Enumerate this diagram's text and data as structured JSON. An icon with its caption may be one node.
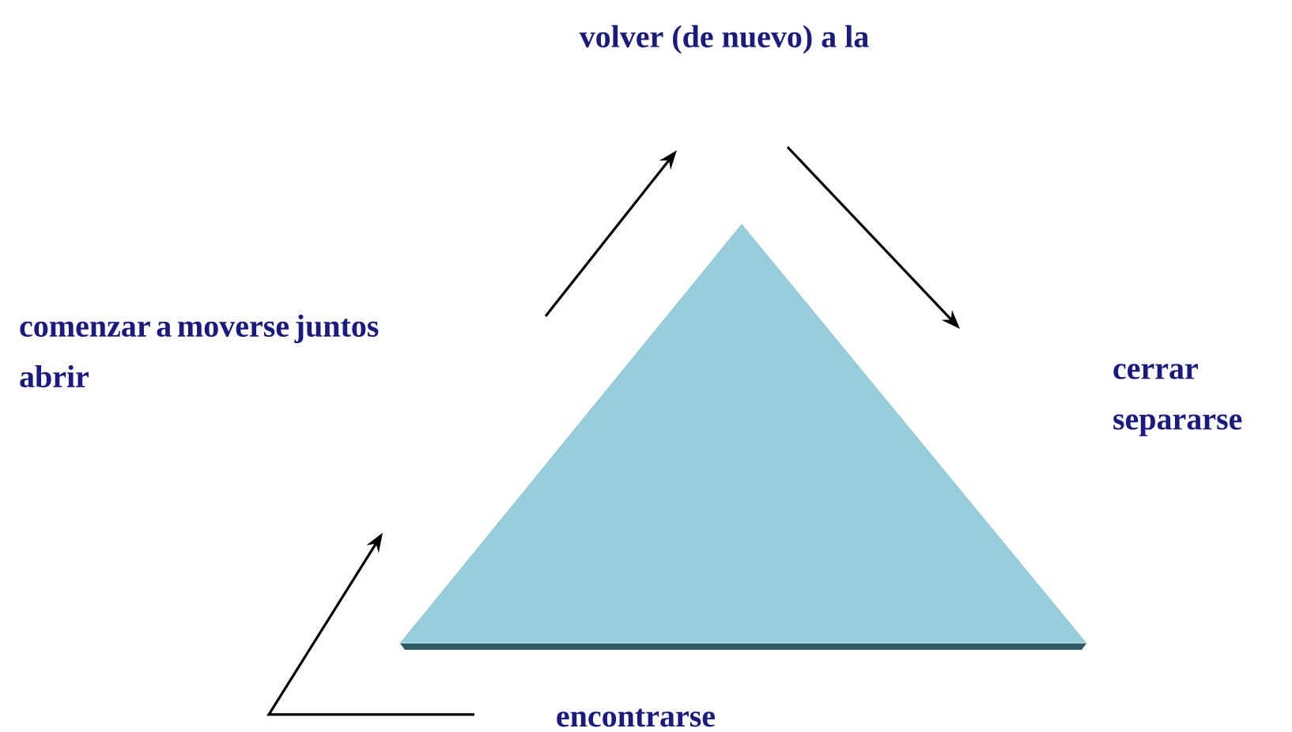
{
  "diagram": {
    "nodes": [
      {
        "text": [
          "volver (de nuevo) a la"
        ]
      },
      {
        "text": [
          "comenzar a moverse juntos abrir"
        ]
      },
      {
        "text": [],
        "shape": "triangle"
      },
      {
        "text": [
          "cerrar separarse"
        ]
      },
      {
        "text": [
          "encontrarse"
        ]
      }
    ]
  }
}
